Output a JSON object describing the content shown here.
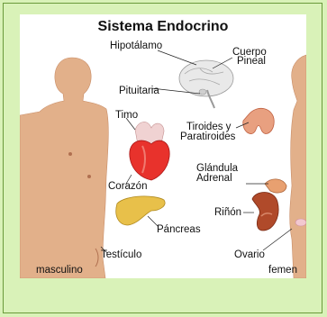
{
  "title": "Sistema Endocrino",
  "labels": {
    "hypothalamus": "Hipotálamo",
    "pineal_1": "Cuerpo",
    "pineal_2": "Pineal",
    "pituitary": "Pituitaria",
    "thymus": "Timo",
    "thyroid_1": "Tiroides y",
    "thyroid_2": "Paratiroides",
    "heart": "Corazón",
    "adrenal_1": "Glándula",
    "adrenal_2": "Adrenal",
    "kidney": "Riñón",
    "pancreas": "Páncreas",
    "testicle": "Testículo",
    "ovary": "Ovario",
    "male": "masculino",
    "female": "femen"
  },
  "colors": {
    "background": "#d9f2b8",
    "skin": "#e2b08a",
    "heart_red": "#e8322c",
    "pancreas": "#e8c04a",
    "kidney": "#b04a2a"
  }
}
